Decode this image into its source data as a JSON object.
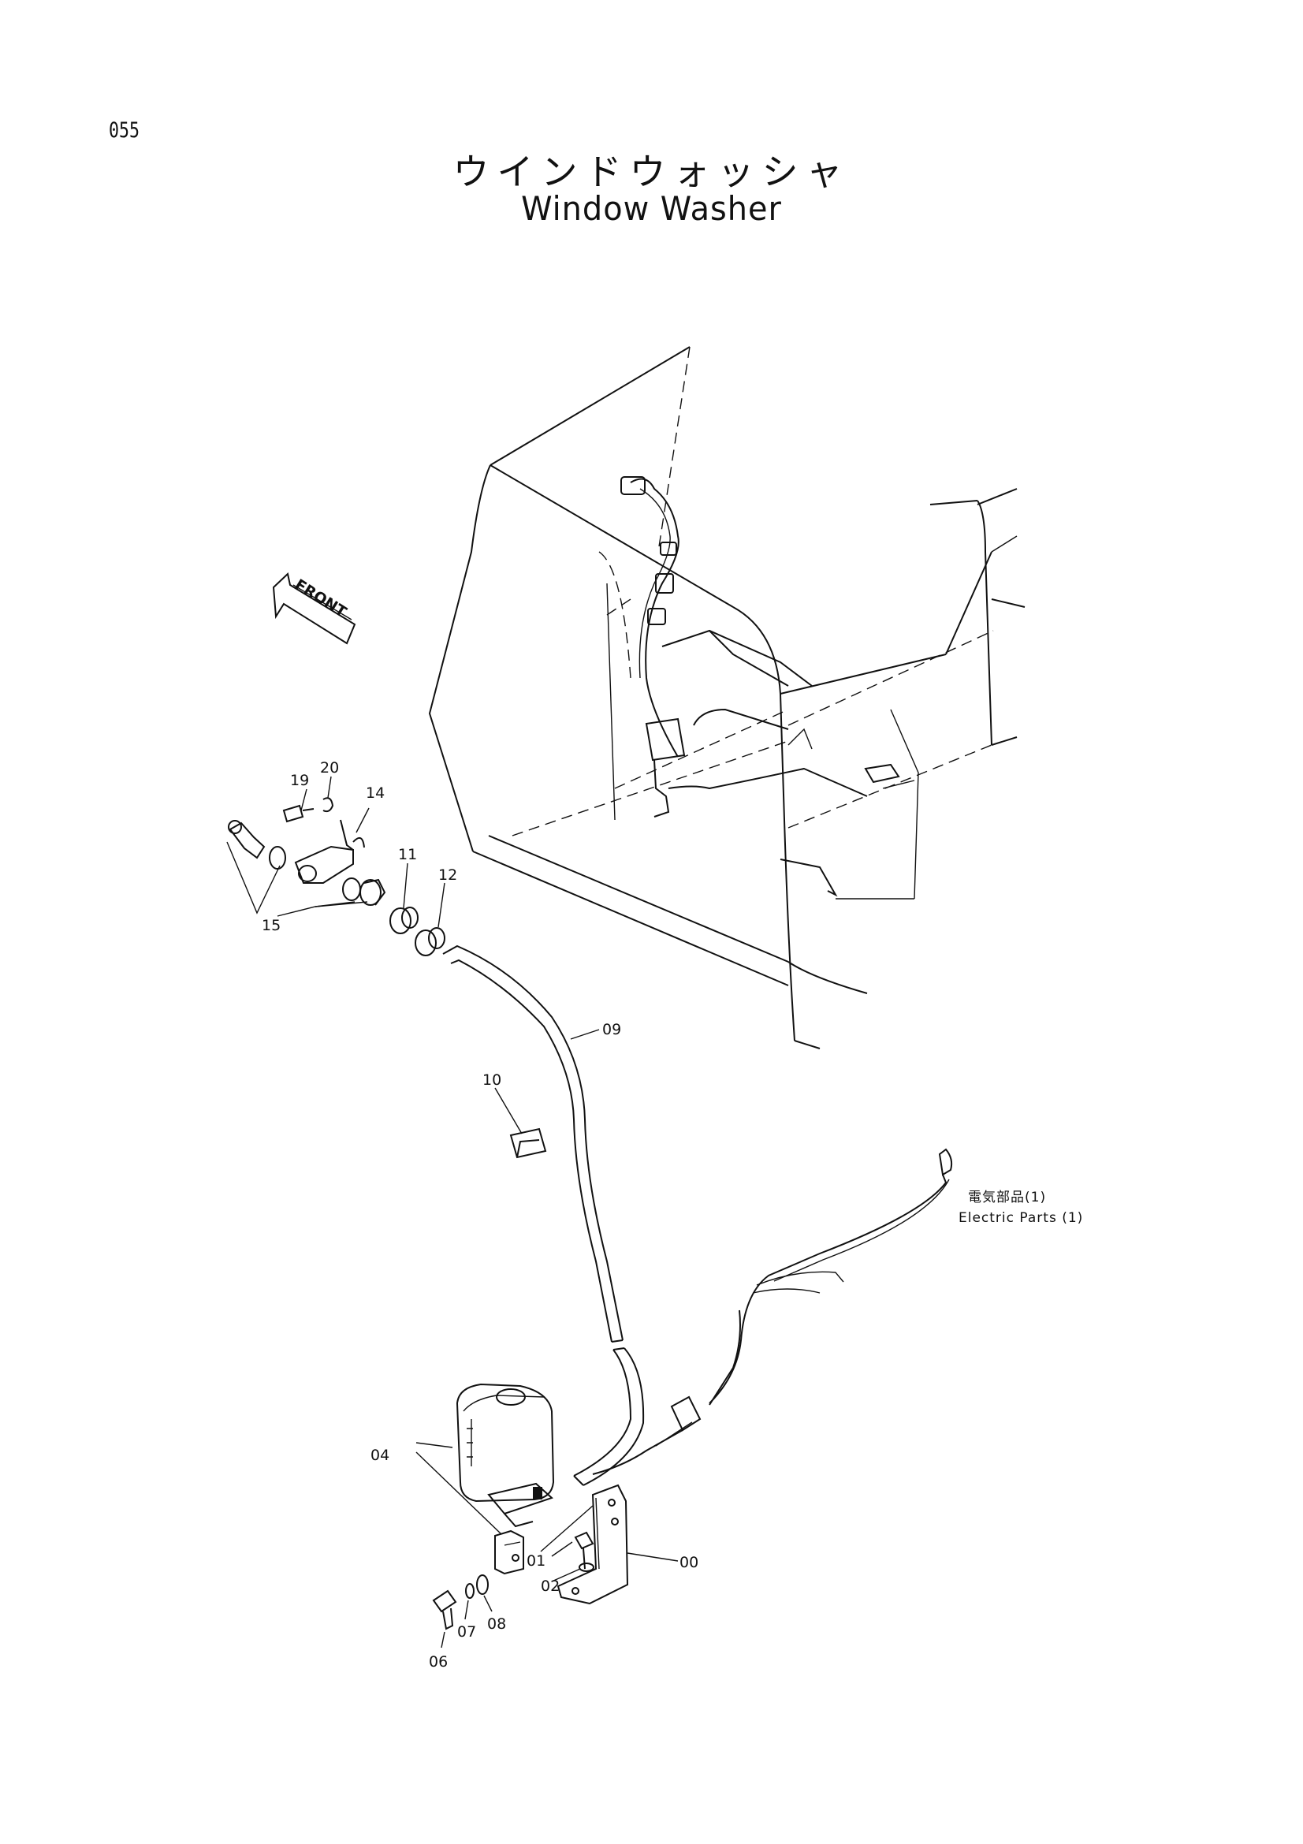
{
  "page_number": "055",
  "title_ja": "ウインドウォッシャ",
  "title_en": "Window Washer",
  "front_arrow_label": "FRONT",
  "electric_parts_note_ja": "電気部品(1)",
  "electric_parts_note_en": "Electric Parts (1)",
  "part_labels": {
    "p19": "19",
    "p20": "20",
    "p14": "14",
    "p11": "11",
    "p12": "12",
    "p15": "15",
    "p09": "09",
    "p10": "10",
    "p04": "04",
    "p00": "00",
    "p01": "01",
    "p02": "02",
    "p06": "06",
    "p07": "07",
    "p08": "08"
  }
}
